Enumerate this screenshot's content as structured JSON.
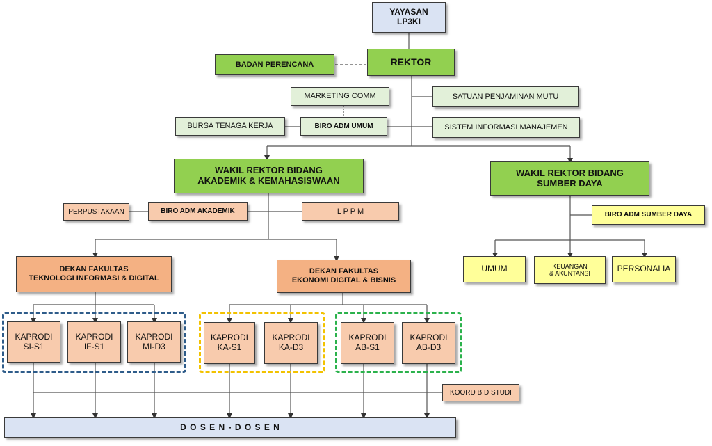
{
  "nodes": {
    "yayasan": "YAYASAN\nLP3KI",
    "rektor": "REKTOR",
    "badan_perencana": "BADAN PERENCANA",
    "marketing_comm": "MARKETING COMM",
    "satuan_penjaminan_mutu": "SATUAN PENJAMINAN MUTU",
    "bursa_tenaga_kerja": "BURSA TENAGA KERJA",
    "biro_adm_umum": "BIRO ADM UMUM",
    "sistem_informasi_manajemen": "SISTEM INFORMASI MANAJEMEN",
    "wr_akademik": "WAKIL REKTOR BIDANG\nAKADEMIK & KEMAHASISWAAN",
    "wr_sumber_daya": "WAKIL REKTOR  BIDANG\nSUMBER DAYA",
    "perpustakaan": "PERPUSTAKAAN",
    "biro_adm_akademik": "BIRO ADM AKADEMIK",
    "lppm": "L P P M",
    "biro_adm_sumber_daya": "BIRO ADM SUMBER DAYA",
    "umum": "UMUM",
    "keuangan": "KEUANGAN\n& AKUNTANSI",
    "personalia": "PERSONALIA",
    "dekan_tid": "DEKAN FAKULTAS\nTEKNOLOGI INFORMASI & DIGITAL",
    "dekan_edb": "DEKAN FAKULTAS\nEKONOMI DIGITAL & BISNIS",
    "kaprodi_si": "KAPRODI\nSI-S1",
    "kaprodi_if": "KAPRODI\nIF-S1",
    "kaprodi_mi": "KAPRODI\nMI-D3",
    "kaprodi_ka_s1": "KAPRODI\nKA-S1",
    "kaprodi_ka_d3": "KAPRODI\nKA-D3",
    "kaprodi_ab_s1": "KAPRODI\nAB-S1",
    "kaprodi_ab_d3": "KAPRODI\nAB-D3",
    "koord_bid_studi": "KOORD BID STUDI",
    "dosen": "D O S E N  - D O S E N"
  },
  "colors": {
    "green_dark": "#92d050",
    "green_light": "#e2f0d9",
    "blue_light": "#dae3f3",
    "orange": "#f4b183",
    "peach": "#f8cbad",
    "yellow": "#ffff99",
    "dash_blue": "#2e5c8a",
    "dash_yellow": "#f2c200",
    "dash_green": "#2bb24c"
  }
}
